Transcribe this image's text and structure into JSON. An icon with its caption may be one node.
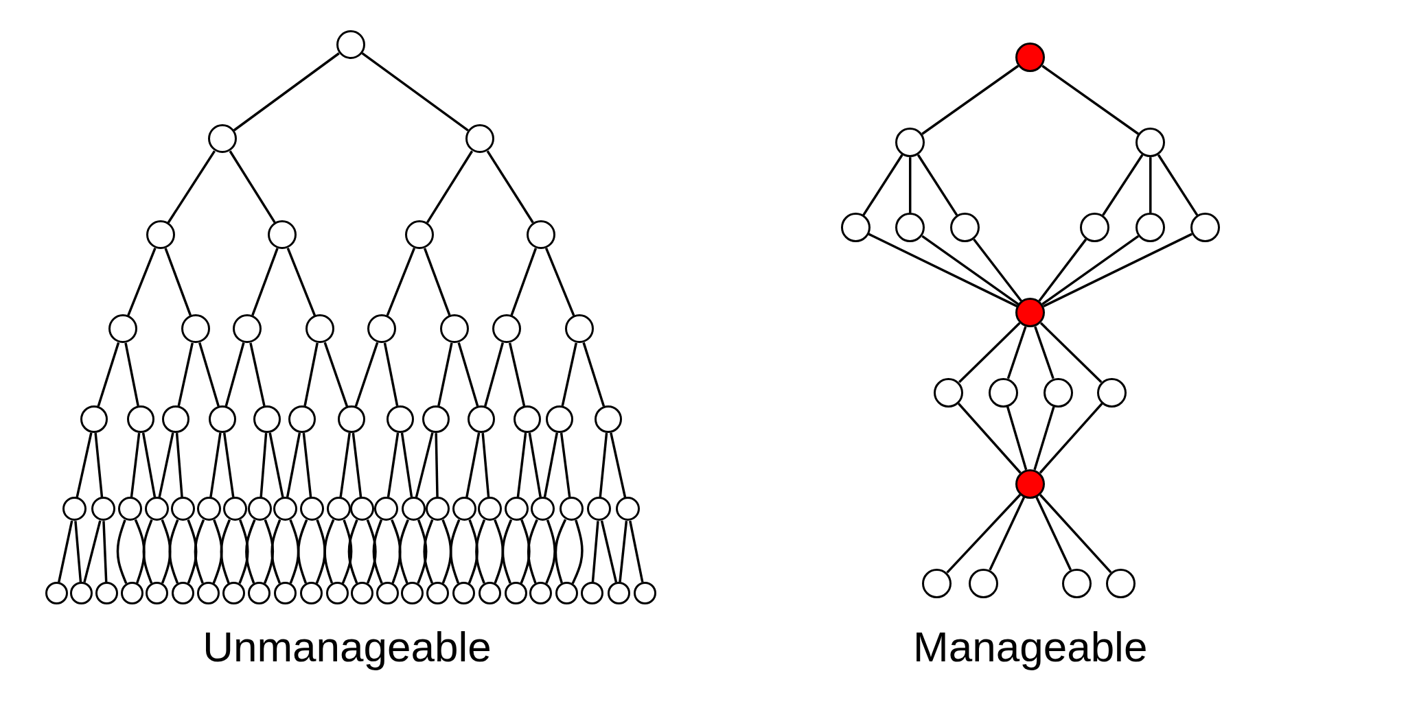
{
  "diagram": {
    "nodes": [
      {
        "text": [],
        "shape": "circle"
      },
      {
        "text": [],
        "shape": "circle"
      },
      {
        "text": [],
        "shape": "circle"
      },
      {
        "text": [],
        "shape": "circle"
      },
      {
        "text": [],
        "shape": "circle"
      },
      {
        "text": [],
        "shape": "circle"
      },
      {
        "text": [],
        "shape": "circle"
      },
      {
        "text": [],
        "shape": "circle"
      },
      {
        "text": [],
        "shape": "circle"
      },
      {
        "text": [],
        "shape": "circle"
      },
      {
        "text": [],
        "shape": "circle"
      },
      {
        "text": [],
        "shape": "circle"
      },
      {
        "text": [],
        "shape": "circle"
      },
      {
        "text": [],
        "shape": "circle"
      },
      {
        "text": [],
        "shape": "circle"
      },
      {
        "text": [],
        "shape": "circle"
      },
      {
        "text": [],
        "shape": "circle"
      },
      {
        "text": [],
        "shape": "circle"
      },
      {
        "text": [],
        "shape": "circle"
      },
      {
        "text": [],
        "shape": "circle"
      },
      {
        "text": [],
        "shape": "circle"
      },
      {
        "text": [],
        "shape": "circle"
      },
      {
        "text": [],
        "shape": "circle"
      },
      {
        "text": [],
        "shape": "circle"
      },
      {
        "text": [],
        "shape": "circle"
      },
      {
        "text": [],
        "shape": "circle"
      },
      {
        "text": [],
        "shape": "circle"
      },
      {
        "text": [],
        "shape": "circle"
      },
      {
        "text": [],
        "shape": "circle"
      },
      {
        "text": [],
        "shape": "circle"
      },
      {
        "text": [],
        "shape": "circle"
      },
      {
        "text": [],
        "shape": "circle"
      },
      {
        "text": [],
        "shape": "circle"
      },
      {
        "text": [],
        "shape": "circle"
      },
      {
        "text": [],
        "shape": "circle"
      },
      {
        "text": [],
        "shape": "circle"
      },
      {
        "text": [],
        "shape": "circle"
      },
      {
        "text": [],
        "shape": "circle"
      },
      {
        "text": [],
        "shape": "circle"
      },
      {
        "text": [],
        "shape": "circle"
      },
      {
        "text": [],
        "shape": "circle"
      },
      {
        "text": [],
        "shape": "circle"
      },
      {
        "text": [],
        "shape": "circle"
      },
      {
        "text": [],
        "shape": "circle"
      },
      {
        "text": [],
        "shape": "circle"
      },
      {
        "text": [],
        "shape": "circle"
      },
      {
        "text": [],
        "shape": "circle"
      },
      {
        "text": [],
        "shape": "circle"
      },
      {
        "text": [],
        "shape": "circle"
      },
      {
        "text": [],
        "shape": "circle"
      },
      {
        "text": [],
        "shape": "circle"
      },
      {
        "text": [],
        "shape": "circle"
      },
      {
        "text": [],
        "shape": "circle"
      },
      {
        "text": [],
        "shape": "circle"
      },
      {
        "text": [],
        "shape": "circle"
      },
      {
        "text": [],
        "shape": "circle"
      },
      {
        "text": [],
        "shape": "circle"
      },
      {
        "text": [],
        "shape": "circle"
      },
      {
        "text": [],
        "shape": "circle"
      },
      {
        "text": [],
        "shape": "circle"
      },
      {
        "text": [],
        "shape": "circle"
      },
      {
        "text": [],
        "shape": "circle"
      },
      {
        "text": [],
        "shape": "circle"
      },
      {
        "text": [],
        "shape": "circle"
      },
      {
        "text": [],
        "shape": "circle"
      },
      {
        "text": [],
        "shape": "circle"
      },
      {
        "text": [],
        "shape": "circle"
      },
      {
        "text": [],
        "shape": "circle"
      },
      {
        "text": [],
        "shape": "circle"
      },
      {
        "text": [],
        "shape": "circle"
      },
      {
        "text": [],
        "shape": "circle"
      },
      {
        "text": [],
        "shape": "circle"
      },
      {
        "text": [],
        "shape": "circle"
      },
      {
        "text": [],
        "shape": "circle"
      },
      {
        "text": [],
        "shape": "circle"
      },
      {
        "text": [],
        "shape": "circle"
      },
      {
        "text": [],
        "shape": "circle"
      },
      {
        "text": [],
        "shape": "circle"
      },
      {
        "text": [],
        "shape": "circle"
      },
      {
        "text": [],
        "shape": "circle"
      },
      {
        "text": [],
        "shape": "circle"
      },
      {
        "text": [],
        "shape": "circle"
      },
      {
        "text": [],
        "shape": "circle"
      },
      {
        "text": [],
        "shape": "circle"
      },
      {
        "text": [],
        "shape": "circle"
      },
      {
        "text": [],
        "shape": "circle"
      },
      {
        "text": [],
        "shape": "circle"
      },
      {
        "text": [],
        "shape": "circle"
      },
      {
        "text": [],
        "shape": "circle"
      },
      {
        "text": [],
        "shape": "circle"
      },
      {
        "text": [],
        "shape": "circle"
      },
      {
        "text": [],
        "shape": "circle"
      },
      {
        "text": [],
        "shape": "circle"
      }
    ],
    "edges": [
      {
        "from": 0,
        "to": 1,
        "arrow": "none"
      },
      {
        "from": 0,
        "to": 2,
        "arrow": "none"
      },
      {
        "from": 1,
        "to": 3,
        "arrow": "none"
      },
      {
        "from": 1,
        "to": 4,
        "arrow": "none"
      },
      {
        "from": 2,
        "to": 5,
        "arrow": "none"
      },
      {
        "from": 2,
        "to": 6,
        "arrow": "none"
      },
      {
        "from": 3,
        "to": 7,
        "arrow": "none"
      },
      {
        "from": 3,
        "to": 8,
        "arrow": "none"
      },
      {
        "from": 4,
        "to": 9,
        "arrow": "none"
      },
      {
        "from": 4,
        "to": 10,
        "arrow": "none"
      },
      {
        "from": 5,
        "to": 11,
        "arrow": "none"
      },
      {
        "from": 5,
        "to": 12,
        "arrow": "none"
      },
      {
        "from": 6,
        "to": 13,
        "arrow": "none"
      },
      {
        "from": 6,
        "to": 14,
        "arrow": "none"
      },
      {
        "from": 7,
        "to": 15,
        "arrow": "none"
      },
      {
        "from": 7,
        "to": 16,
        "arrow": "none"
      },
      {
        "from": 8,
        "to": 17,
        "arrow": "none"
      },
      {
        "from": 8,
        "to": 18,
        "arrow": "none"
      },
      {
        "from": 9,
        "to": 18,
        "arrow": "none"
      },
      {
        "from": 9,
        "to": 19,
        "arrow": "none"
      },
      {
        "from": 10,
        "to": 20,
        "arrow": "none"
      },
      {
        "from": 10,
        "to": 21,
        "arrow": "none"
      },
      {
        "from": 11,
        "to": 21,
        "arrow": "none"
      },
      {
        "from": 11,
        "to": 22,
        "arrow": "none"
      },
      {
        "from": 12,
        "to": 23,
        "arrow": "none"
      },
      {
        "from": 12,
        "to": 24,
        "arrow": "none"
      },
      {
        "from": 13,
        "to": 24,
        "arrow": "none"
      },
      {
        "from": 13,
        "to": 25,
        "arrow": "none"
      },
      {
        "from": 14,
        "to": 26,
        "arrow": "none"
      },
      {
        "from": 14,
        "to": 27,
        "arrow": "none"
      },
      {
        "from": 15,
        "to": 28,
        "arrow": "none"
      },
      {
        "from": 15,
        "to": 29,
        "arrow": "none"
      },
      {
        "from": 16,
        "to": 30,
        "arrow": "none"
      },
      {
        "from": 16,
        "to": 31,
        "arrow": "none"
      },
      {
        "from": 17,
        "to": 31,
        "arrow": "none"
      },
      {
        "from": 17,
        "to": 32,
        "arrow": "none"
      },
      {
        "from": 18,
        "to": 33,
        "arrow": "none"
      },
      {
        "from": 18,
        "to": 34,
        "arrow": "none"
      },
      {
        "from": 19,
        "to": 35,
        "arrow": "none"
      },
      {
        "from": 19,
        "to": 36,
        "arrow": "none"
      },
      {
        "from": 20,
        "to": 36,
        "arrow": "none"
      },
      {
        "from": 20,
        "to": 37,
        "arrow": "none"
      },
      {
        "from": 21,
        "to": 38,
        "arrow": "none"
      },
      {
        "from": 21,
        "to": 39,
        "arrow": "none"
      },
      {
        "from": 22,
        "to": 40,
        "arrow": "none"
      },
      {
        "from": 22,
        "to": 41,
        "arrow": "none"
      },
      {
        "from": 23,
        "to": 41,
        "arrow": "none"
      },
      {
        "from": 23,
        "to": 42,
        "arrow": "none"
      },
      {
        "from": 24,
        "to": 43,
        "arrow": "none"
      },
      {
        "from": 24,
        "to": 44,
        "arrow": "none"
      },
      {
        "from": 25,
        "to": 45,
        "arrow": "none"
      },
      {
        "from": 25,
        "to": 46,
        "arrow": "none"
      },
      {
        "from": 26,
        "to": 46,
        "arrow": "none"
      },
      {
        "from": 26,
        "to": 47,
        "arrow": "none"
      },
      {
        "from": 27,
        "to": 48,
        "arrow": "none"
      },
      {
        "from": 27,
        "to": 49,
        "arrow": "none"
      },
      {
        "from": 28,
        "to": 50,
        "arrow": "none"
      },
      {
        "from": 28,
        "to": 51,
        "arrow": "none"
      },
      {
        "from": 29,
        "to": 51,
        "arrow": "none"
      },
      {
        "from": 29,
        "to": 52,
        "arrow": "none"
      },
      {
        "from": 30,
        "to": 53,
        "arrow": "none"
      },
      {
        "from": 30,
        "to": 53,
        "arrow": "none"
      },
      {
        "from": 31,
        "to": 54,
        "arrow": "none"
      },
      {
        "from": 31,
        "to": 54,
        "arrow": "none"
      },
      {
        "from": 32,
        "to": 55,
        "arrow": "none"
      },
      {
        "from": 32,
        "to": 55,
        "arrow": "none"
      },
      {
        "from": 33,
        "to": 56,
        "arrow": "none"
      },
      {
        "from": 33,
        "to": 56,
        "arrow": "none"
      },
      {
        "from": 34,
        "to": 57,
        "arrow": "none"
      },
      {
        "from": 34,
        "to": 57,
        "arrow": "none"
      },
      {
        "from": 35,
        "to": 58,
        "arrow": "none"
      },
      {
        "from": 35,
        "to": 58,
        "arrow": "none"
      },
      {
        "from": 36,
        "to": 59,
        "arrow": "none"
      },
      {
        "from": 36,
        "to": 59,
        "arrow": "none"
      },
      {
        "from": 37,
        "to": 60,
        "arrow": "none"
      },
      {
        "from": 37,
        "to": 60,
        "arrow": "none"
      },
      {
        "from": 38,
        "to": 61,
        "arrow": "none"
      },
      {
        "from": 38,
        "to": 61,
        "arrow": "none"
      },
      {
        "from": 39,
        "to": 62,
        "arrow": "none"
      },
      {
        "from": 39,
        "to": 62,
        "arrow": "none"
      },
      {
        "from": 40,
        "to": 63,
        "arrow": "none"
      },
      {
        "from": 40,
        "to": 63,
        "arrow": "none"
      },
      {
        "from": 41,
        "to": 64,
        "arrow": "none"
      },
      {
        "from": 41,
        "to": 64,
        "arrow": "none"
      },
      {
        "from": 42,
        "to": 65,
        "arrow": "none"
      },
      {
        "from": 42,
        "to": 65,
        "arrow": "none"
      },
      {
        "from": 43,
        "to": 66,
        "arrow": "none"
      },
      {
        "from": 43,
        "to": 66,
        "arrow": "none"
      },
      {
        "from": 44,
        "to": 67,
        "arrow": "none"
      },
      {
        "from": 44,
        "to": 67,
        "arrow": "none"
      },
      {
        "from": 45,
        "to": 68,
        "arrow": "none"
      },
      {
        "from": 45,
        "to": 68,
        "arrow": "none"
      },
      {
        "from": 46,
        "to": 69,
        "arrow": "none"
      },
      {
        "from": 46,
        "to": 69,
        "arrow": "none"
      },
      {
        "from": 47,
        "to": 70,
        "arrow": "none"
      },
      {
        "from": 47,
        "to": 70,
        "arrow": "none"
      },
      {
        "from": 48,
        "to": 71,
        "arrow": "none"
      },
      {
        "from": 48,
        "to": 72,
        "arrow": "none"
      },
      {
        "from": 49,
        "to": 72,
        "arrow": "none"
      },
      {
        "from": 49,
        "to": 73,
        "arrow": "none"
      },
      {
        "from": 74,
        "to": 75,
        "arrow": "none"
      },
      {
        "from": 74,
        "to": 76,
        "arrow": "none"
      },
      {
        "from": 75,
        "to": 77,
        "arrow": "none"
      },
      {
        "from": 75,
        "to": 78,
        "arrow": "none"
      },
      {
        "from": 75,
        "to": 79,
        "arrow": "none"
      },
      {
        "from": 76,
        "to": 80,
        "arrow": "none"
      },
      {
        "from": 76,
        "to": 81,
        "arrow": "none"
      },
      {
        "from": 76,
        "to": 82,
        "arrow": "none"
      },
      {
        "from": 77,
        "to": 83,
        "arrow": "none"
      },
      {
        "from": 78,
        "to": 83,
        "arrow": "none"
      },
      {
        "from": 79,
        "to": 83,
        "arrow": "none"
      },
      {
        "from": 80,
        "to": 83,
        "arrow": "none"
      },
      {
        "from": 81,
        "to": 83,
        "arrow": "none"
      },
      {
        "from": 82,
        "to": 83,
        "arrow": "none"
      },
      {
        "from": 83,
        "to": 84,
        "arrow": "none"
      },
      {
        "from": 83,
        "to": 85,
        "arrow": "none"
      },
      {
        "from": 83,
        "to": 86,
        "arrow": "none"
      },
      {
        "from": 83,
        "to": 87,
        "arrow": "none"
      },
      {
        "from": 84,
        "to": 88,
        "arrow": "none"
      },
      {
        "from": 85,
        "to": 88,
        "arrow": "none"
      },
      {
        "from": 86,
        "to": 88,
        "arrow": "none"
      },
      {
        "from": 87,
        "to": 88,
        "arrow": "none"
      },
      {
        "from": 88,
        "to": 89,
        "arrow": "none"
      },
      {
        "from": 88,
        "to": 90,
        "arrow": "none"
      },
      {
        "from": 88,
        "to": 91,
        "arrow": "none"
      },
      {
        "from": 88,
        "to": 92,
        "arrow": "none"
      }
    ],
    "labels": [
      "Unmanageable",
      "Manageable"
    ]
  }
}
